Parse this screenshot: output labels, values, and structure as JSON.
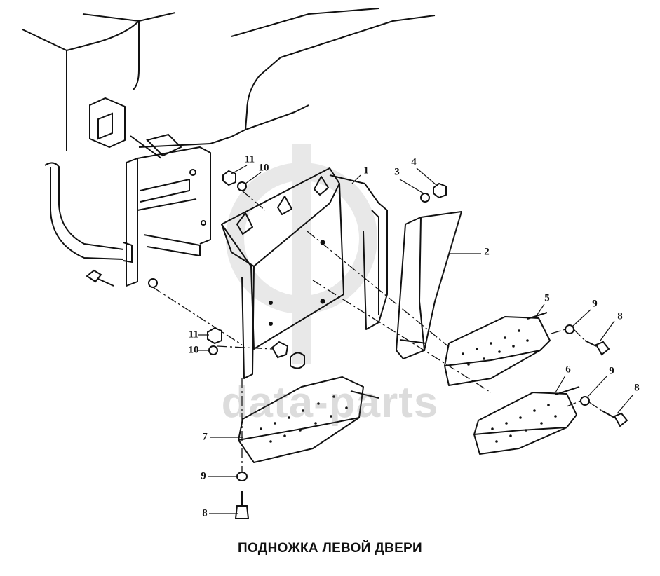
{
  "caption": "ПОДНОЖКА ЛЕВОЙ ДВЕРИ",
  "watermark": "data-parts",
  "callouts": [
    {
      "id": "1",
      "text": "1"
    },
    {
      "id": "2",
      "text": "2"
    },
    {
      "id": "3",
      "text": "3"
    },
    {
      "id": "4",
      "text": "4"
    },
    {
      "id": "5",
      "text": "5"
    },
    {
      "id": "6",
      "text": "6"
    },
    {
      "id": "7",
      "text": "7"
    },
    {
      "id": "8a",
      "text": "8"
    },
    {
      "id": "8b",
      "text": "8"
    },
    {
      "id": "8c",
      "text": "8"
    },
    {
      "id": "9a",
      "text": "9"
    },
    {
      "id": "9b",
      "text": "9"
    },
    {
      "id": "9c",
      "text": "9"
    },
    {
      "id": "10a",
      "text": "10"
    },
    {
      "id": "10b",
      "text": "10"
    },
    {
      "id": "11a",
      "text": "11"
    },
    {
      "id": "11b",
      "text": "11"
    }
  ],
  "colors": {
    "line": "#111111",
    "watermark": "#5f5f5f",
    "background": "#ffffff"
  }
}
